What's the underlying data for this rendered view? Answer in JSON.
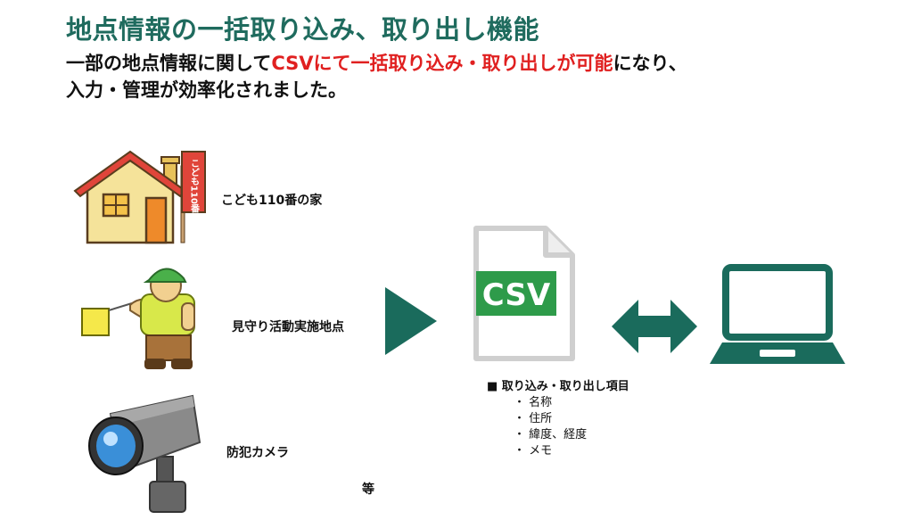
{
  "colors": {
    "title": "#1f6b5e",
    "highlight": "#e02020",
    "accent": "#1a6b5c",
    "csv_green": "#2e9b4a"
  },
  "title": "地点情報の一括取り込み、取り出し機能",
  "subtitle": {
    "line1_a": "一部の地点情報に関して",
    "line1_b": "CSVにて一括取り込み・取り出しが可能",
    "line1_c": "になり、",
    "line2": "入力・管理が効率化されました。"
  },
  "points": [
    {
      "label": "こども110番の家",
      "icon": "house-icon",
      "sign_text": "こども110番"
    },
    {
      "label": "見守り活動実施地点",
      "icon": "crossing-guard-icon"
    },
    {
      "label": "防犯カメラ",
      "icon": "security-camera-icon"
    }
  ],
  "etc_label": "等",
  "csv_icon_text": "CSV",
  "fields": {
    "heading": "■ 取り込み・取り出し項目",
    "items": [
      "・ 名称",
      "・ 住所",
      "・ 緯度、経度",
      "・ メモ"
    ]
  }
}
